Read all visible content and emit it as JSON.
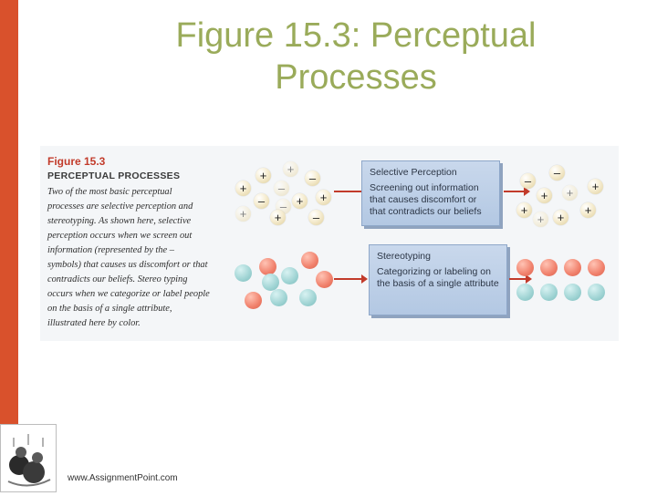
{
  "slide": {
    "title_line1": "Figure 15.3: Perceptual",
    "title_line2": "Processes",
    "footer": "www.AssignmentPoint.com",
    "accent_color": "#d9512c",
    "title_color": "#9aab5a"
  },
  "figure": {
    "number": "Figure 15.3",
    "name": "PERCEPTUAL PROCESSES",
    "caption": "Two of the most basic perceptual processes are selective perception and stereotyping. As shown here, selective perception occurs when we screen out information (represented by the – symbols) that causes us discomfort or that contradicts our beliefs. Stereo typing occurs when we categorize or label people on the basis of a single attribute, illustrated here by color.",
    "selective": {
      "title": "Selective Perception",
      "description": "Screening out information that causes discomfort or that contradicts our beliefs",
      "input_symbols": [
        "+",
        "+",
        "–",
        "+",
        "–",
        "–",
        "+",
        "–",
        "+",
        "+",
        "+",
        "–"
      ],
      "output_symbols": [
        "–",
        "–",
        "+",
        "+",
        "+",
        "+",
        "+",
        "+",
        "+"
      ]
    },
    "stereotyping": {
      "title": "Stereotyping",
      "description": "Categorizing or labeling on the basis of a single attribute",
      "group_colors": [
        "#f0806b",
        "#9ed3d3"
      ]
    },
    "arrow_color": "#c23b2b",
    "icons": [
      "arrow-right-icon",
      "logo-icon"
    ]
  }
}
